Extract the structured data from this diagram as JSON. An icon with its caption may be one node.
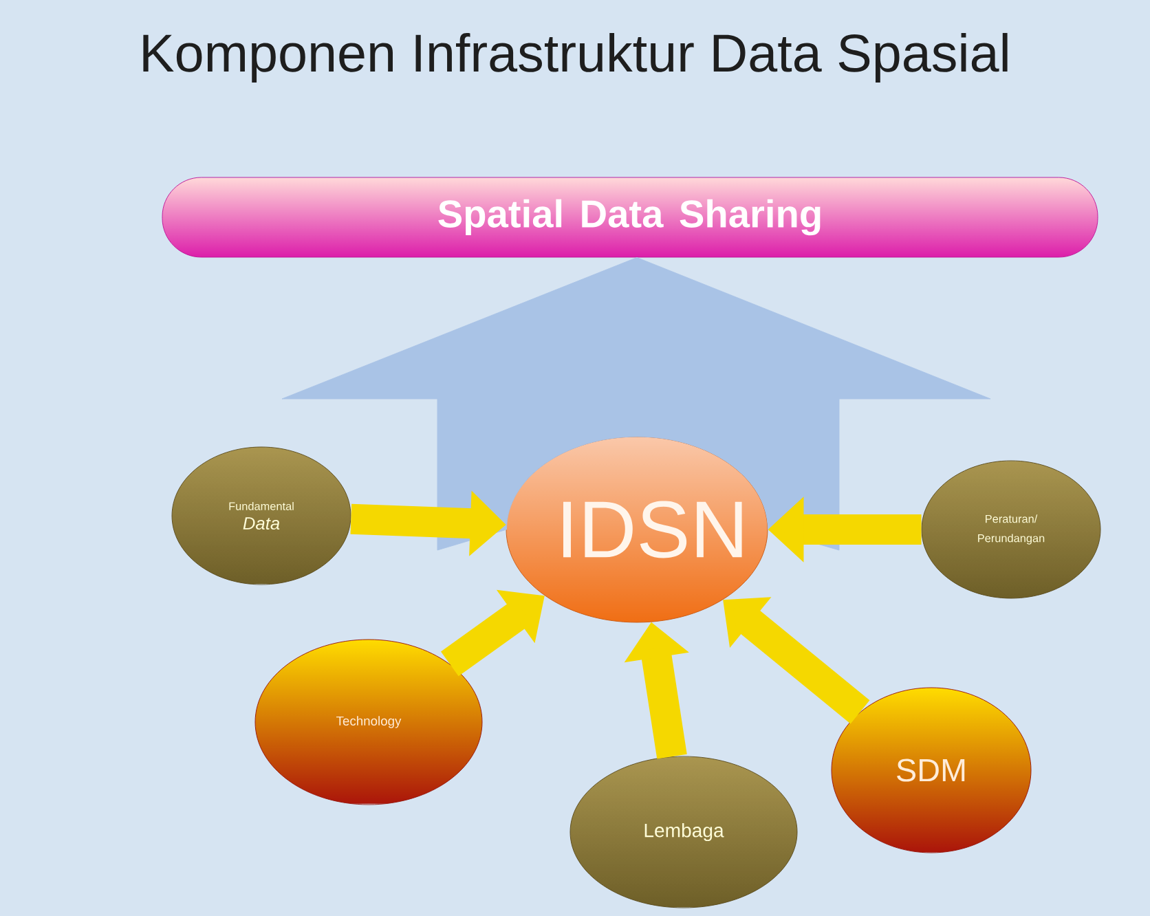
{
  "diagram": {
    "title": "Komponen Infrastruktur Data Spasial",
    "nodes": [
      {
        "text": [
          "Spatial Data Sharing"
        ]
      },
      {
        "text": [
          "IDSN"
        ]
      },
      {
        "text": [
          "Fundamental",
          "Data"
        ]
      },
      {
        "text": [
          "Peraturan/ Perundangan"
        ]
      },
      {
        "text": [
          "Technology"
        ]
      },
      {
        "text": [
          "Lembaga"
        ]
      },
      {
        "text": [
          "SDM"
        ]
      }
    ],
    "edges": [
      {
        "from": 1,
        "to": 0,
        "arrow": "to",
        "style": "thick",
        "color": "#a9c3e6"
      },
      {
        "from": 2,
        "to": 1,
        "arrow": "to"
      },
      {
        "from": 3,
        "to": 1,
        "arrow": "to"
      },
      {
        "from": 4,
        "to": 1,
        "arrow": "to"
      },
      {
        "from": 5,
        "to": 1,
        "arrow": "to"
      },
      {
        "from": 6,
        "to": 1,
        "arrow": "to"
      }
    ]
  }
}
